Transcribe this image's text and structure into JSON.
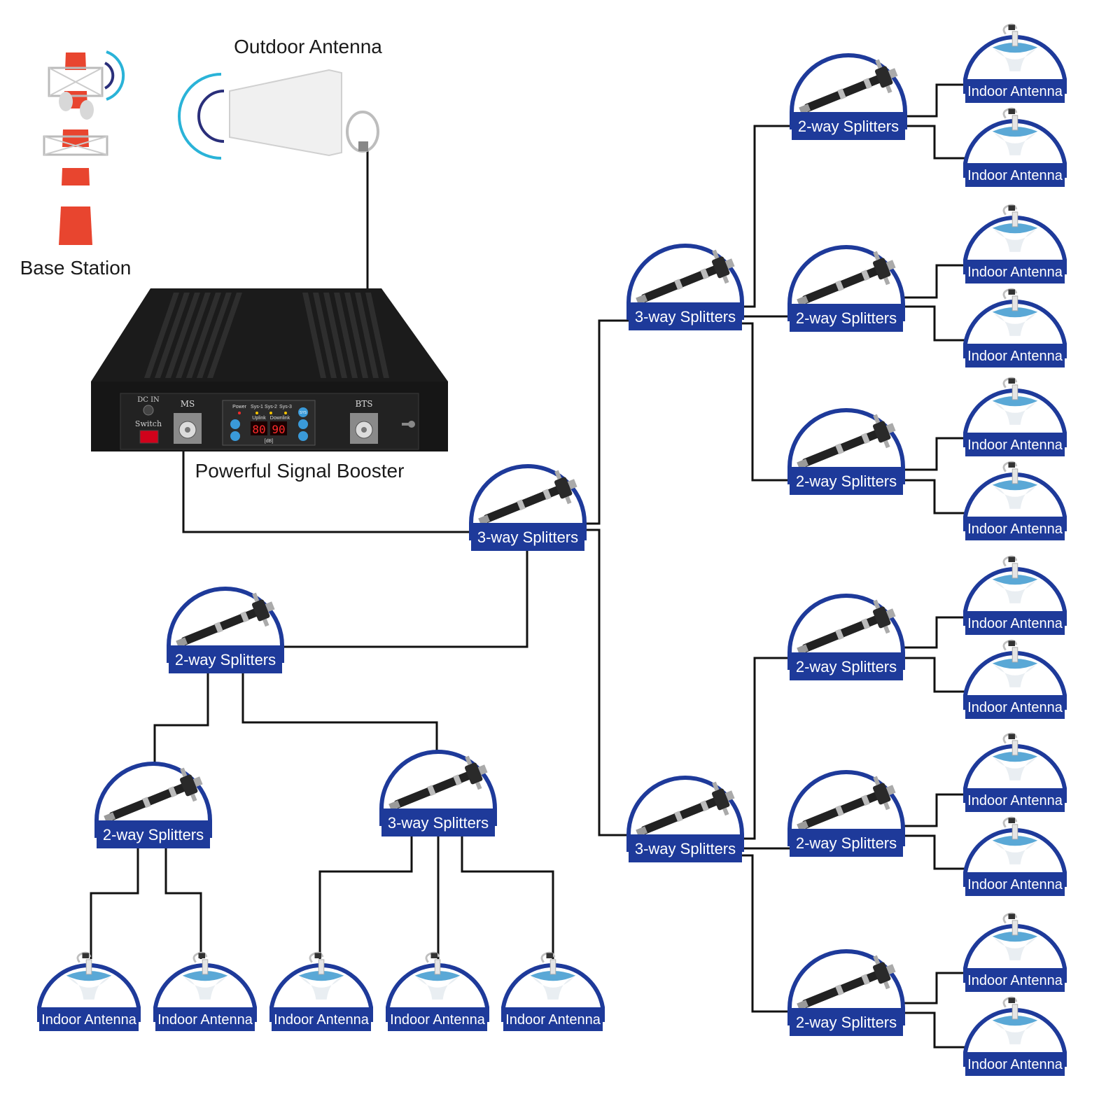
{
  "labels": {
    "outdoor_antenna": "Outdoor Antenna",
    "base_station": "Base Station",
    "signal_booster": "Powerful Signal Booster"
  },
  "booster_panel": {
    "dc_in": "DC IN",
    "switch": "Switch",
    "ms": "MS",
    "bts": "BTS",
    "power": "Power",
    "sys1": "Sys-1",
    "sys2": "Sys-2",
    "sys3": "Sys-3",
    "uplink": "Uplink",
    "downlink": "Downlink",
    "uplink_value": "80",
    "downlink_value": "90",
    "unit": "[dB]",
    "sys_button": "SYS"
  },
  "node_types": {
    "splitter_2way": "2-way Splitters",
    "splitter_3way": "3-way Splitters",
    "indoor_antenna": "Indoor Antenna"
  },
  "colors": {
    "node_blue": "#1e3a9a",
    "antenna_blue": "#5aa8d6",
    "wire": "#111111",
    "tower_red": "#e8452f",
    "signal_cyan": "#2ab3d8",
    "signal_navy": "#2a2f7a"
  },
  "icons": [
    "cell-tower-icon",
    "yagi-antenna-icon",
    "splitter-icon",
    "ceiling-antenna-icon",
    "signal-wave-icon"
  ]
}
